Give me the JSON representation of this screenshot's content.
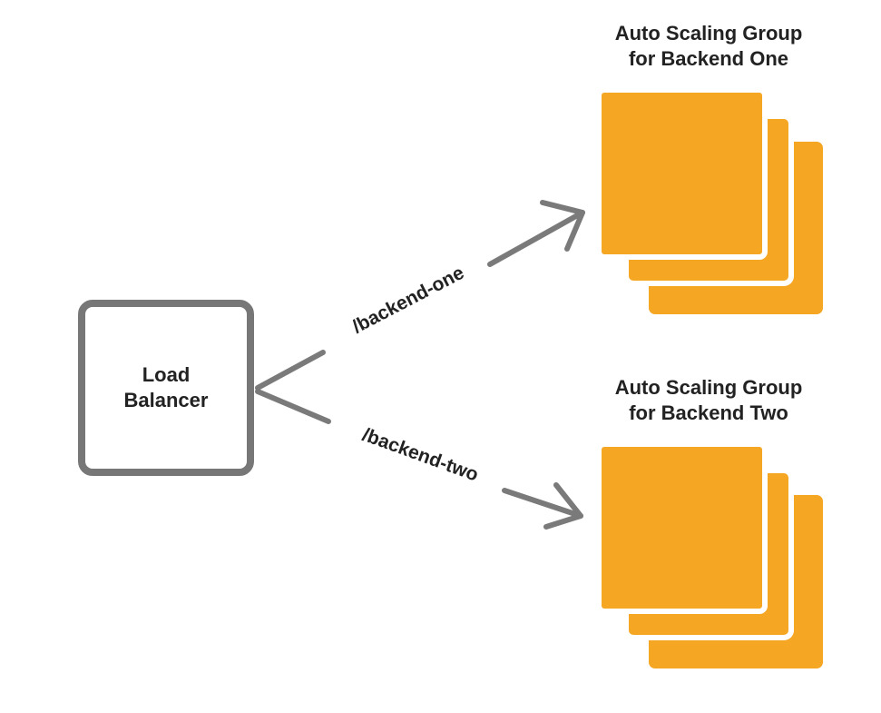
{
  "load_balancer": {
    "label_line1": "Load",
    "label_line2": "Balancer"
  },
  "groups": [
    {
      "title_line1": "Auto Scaling Group",
      "title_line2": "for Backend One"
    },
    {
      "title_line1": "Auto Scaling Group",
      "title_line2": "for Backend Two"
    }
  ],
  "routes": [
    {
      "label": "/backend-one"
    },
    {
      "label": "/backend-two"
    }
  ],
  "colors": {
    "instance_fill": "#F5A623",
    "instance_outline": "#FFFFFF",
    "connector": "#7A7A7A",
    "lb_border": "#777777",
    "text": "#222222"
  }
}
